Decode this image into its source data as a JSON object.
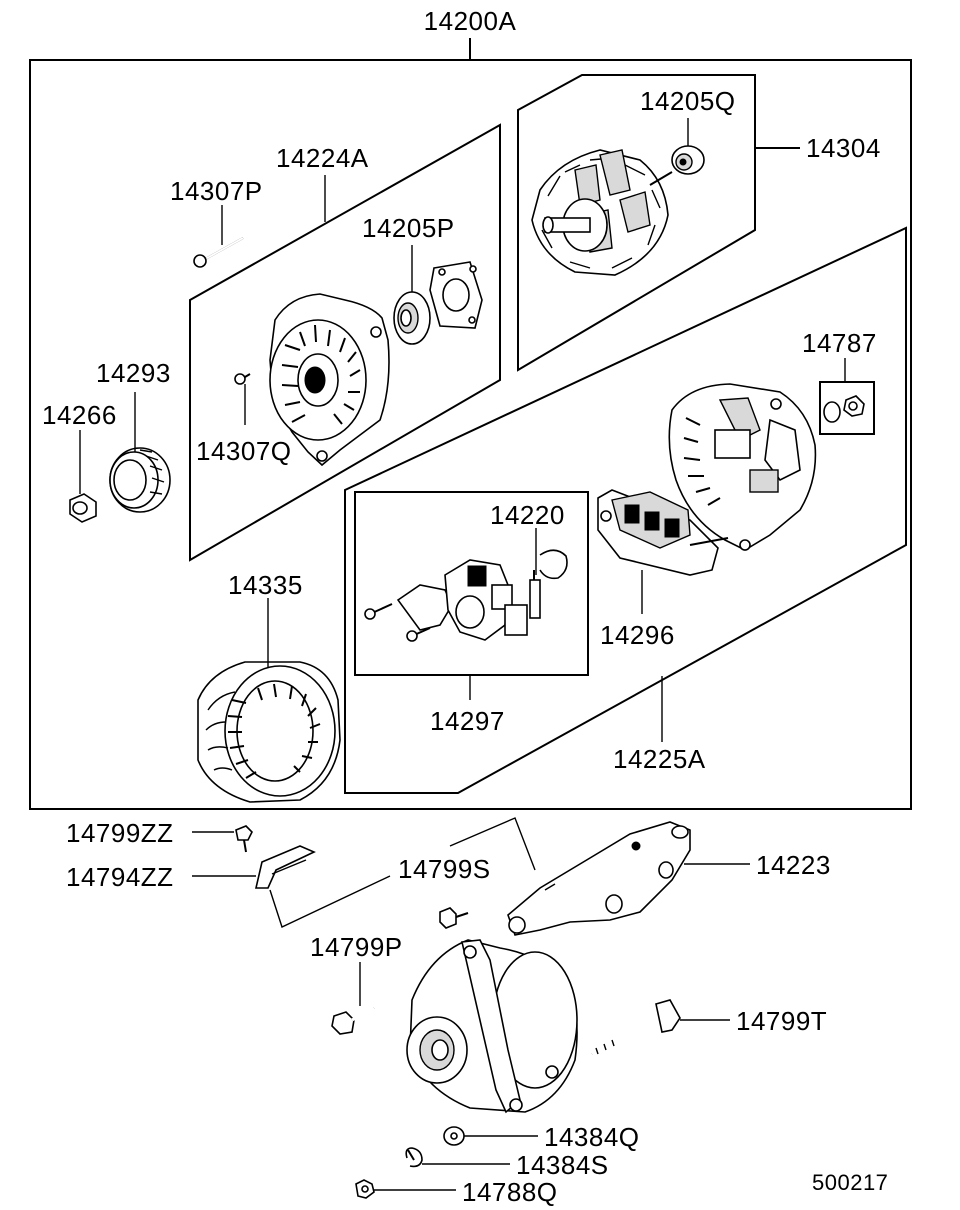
{
  "diagram_code": "500217",
  "labels": {
    "assembly": "14200A",
    "p14205Q": "14205Q",
    "p14304": "14304",
    "p14224A": "14224A",
    "p14307P": "14307P",
    "p14205P": "14205P",
    "p14293": "14293",
    "p14266": "14266",
    "p14307Q": "14307Q",
    "p14787": "14787",
    "p14220": "14220",
    "p14296": "14296",
    "p14335": "14335",
    "p14297": "14297",
    "p14225A": "14225A",
    "p14799ZZ": "14799ZZ",
    "p14794ZZ": "14794ZZ",
    "p14799S": "14799S",
    "p14223": "14223",
    "p14799P": "14799P",
    "p14799T": "14799T",
    "p14384Q": "14384Q",
    "p14384S": "14384S",
    "p14788Q": "14788Q"
  }
}
